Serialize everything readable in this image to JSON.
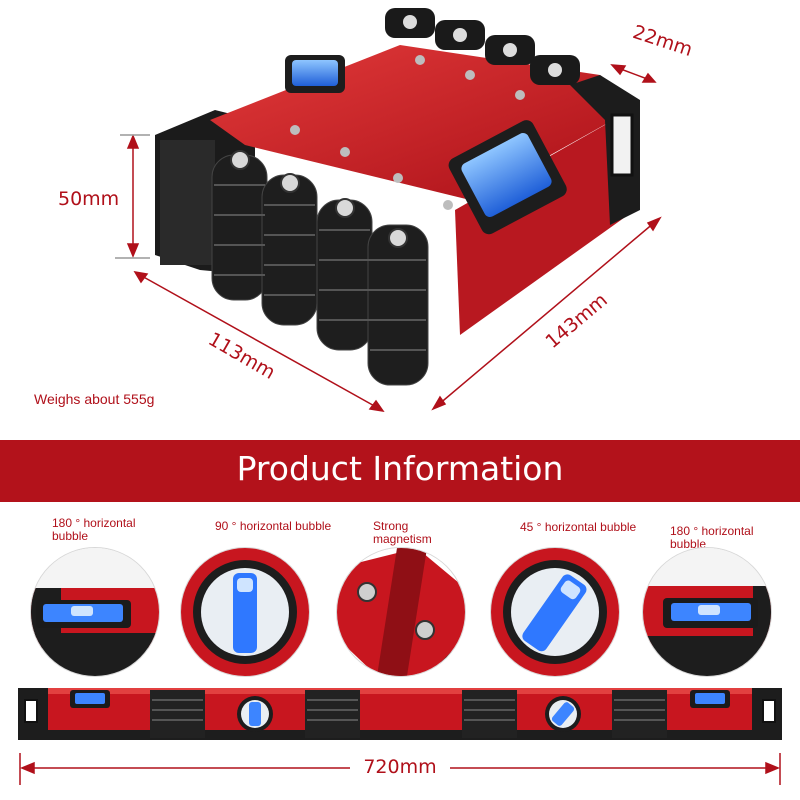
{
  "dimensions": {
    "height": "50mm",
    "width": "22mm",
    "length_short": "113mm",
    "length_long": "143mm",
    "total_length": "720mm"
  },
  "weight_note": "Weighs about 555g",
  "banner": {
    "title": "Product Information"
  },
  "features": [
    {
      "label": "180 ° horizontal bubble"
    },
    {
      "label": "90 ° horizontal bubble"
    },
    {
      "label": "Strong magnetism"
    },
    {
      "label": "45 ° horizontal bubble"
    },
    {
      "label": "180 ° horizontal bubble"
    }
  ],
  "colors": {
    "accent_red": "#b3121b",
    "body_red": "#c8161f",
    "bubble_blue": "#2f78ff",
    "dark": "#1c1c1c"
  }
}
